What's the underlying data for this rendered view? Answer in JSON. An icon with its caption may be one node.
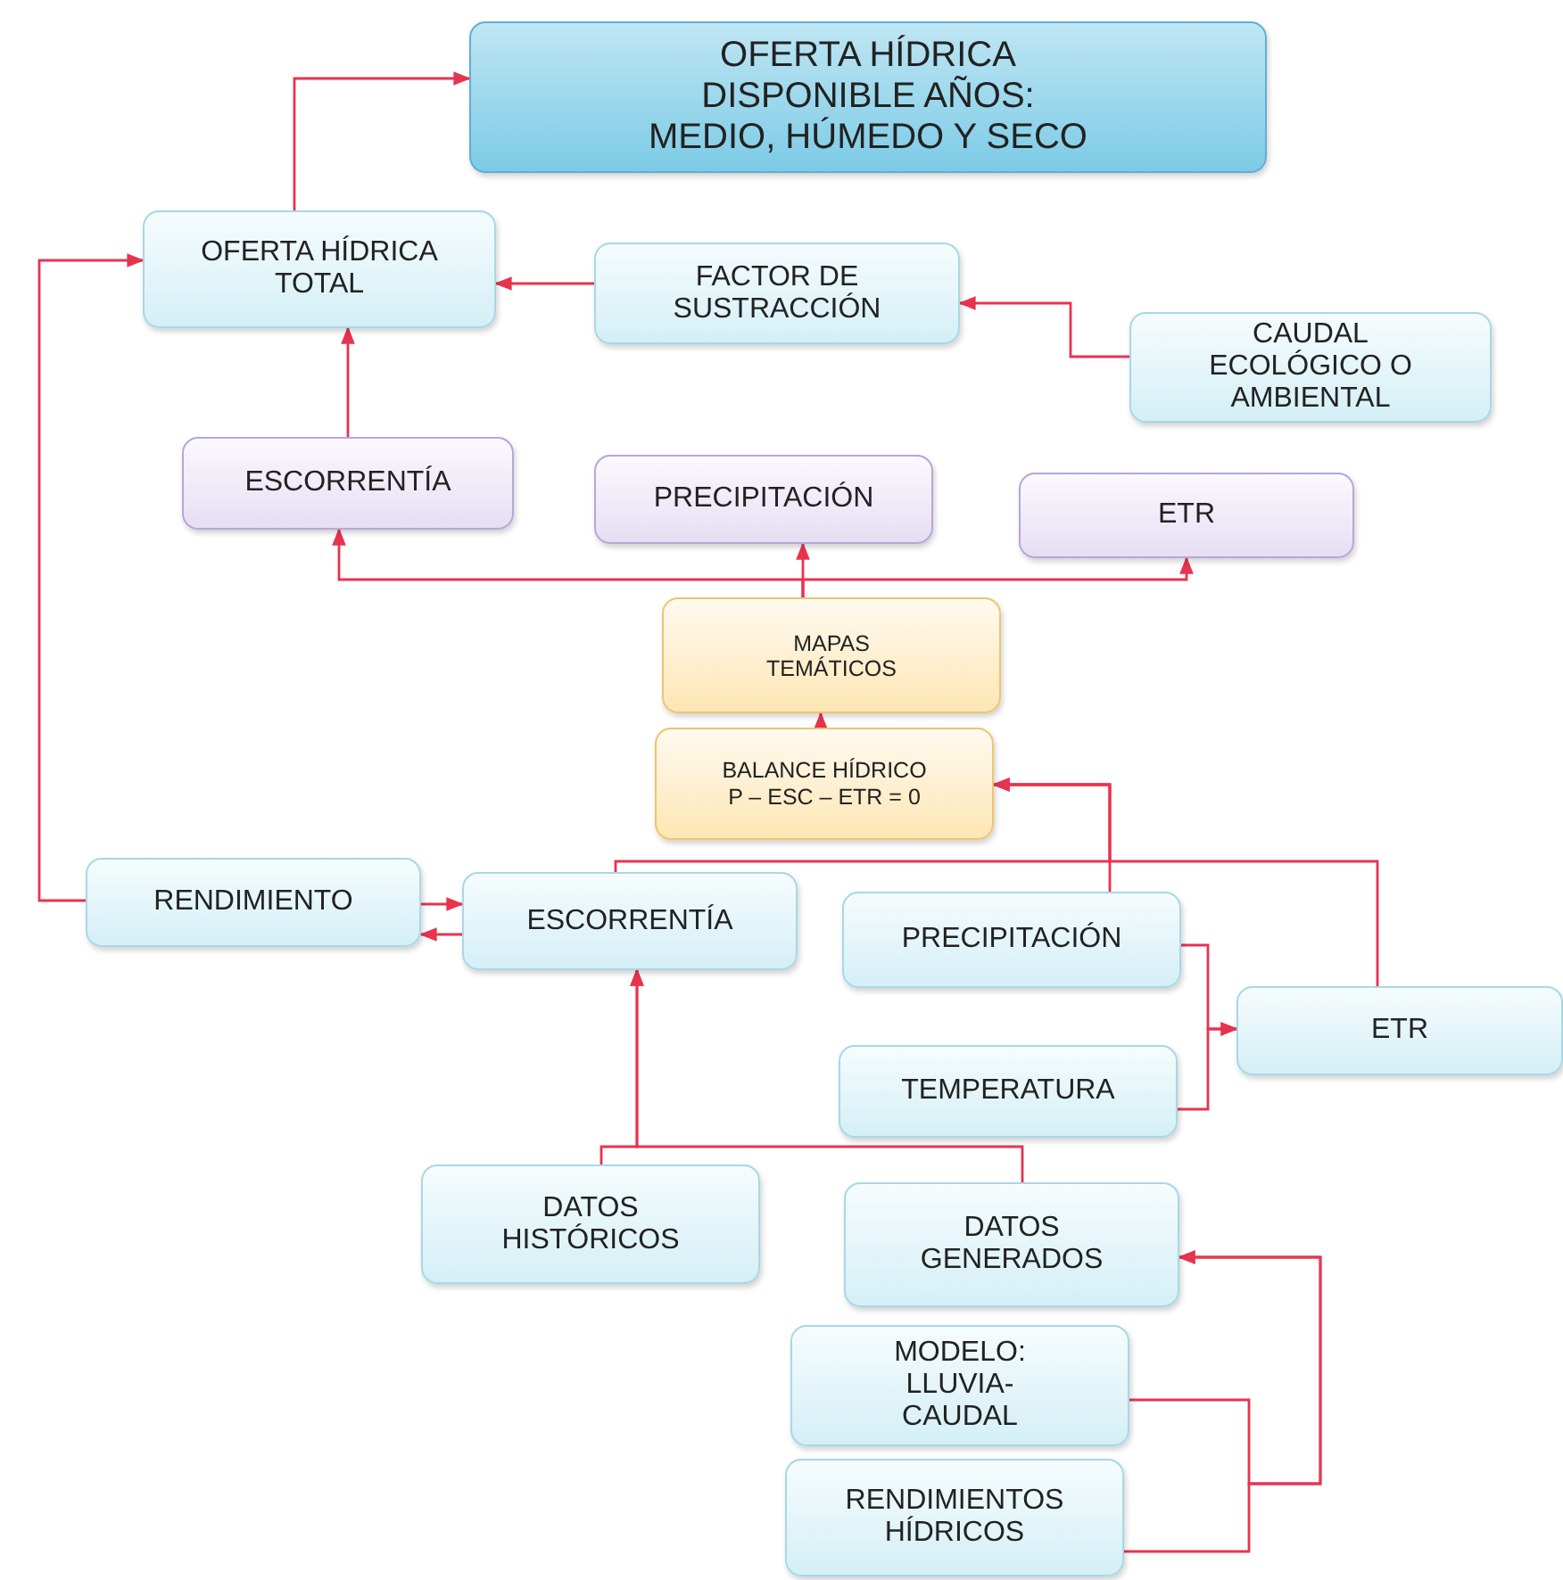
{
  "diagram": {
    "nodes": [
      {
        "text": [
          "OFERTA HÍDRICA DISPONIBLE AÑOS: MEDIO, HÚMEDO Y SECO"
        ]
      },
      {
        "text": [
          "OFERTA HÍDRICA TOTAL"
        ]
      },
      {
        "text": [
          "FACTOR DE SUSTRACCIÓN"
        ]
      },
      {
        "text": [
          "CAUDAL ECOLÓGICO O AMBIENTAL"
        ]
      },
      {
        "text": [
          "ESCORRENTÍA"
        ]
      },
      {
        "text": [
          "PRECIPITACIÓN"
        ]
      },
      {
        "text": [
          "ETR"
        ]
      },
      {
        "text": [
          "MAPAS TEMÁTICOS"
        ]
      },
      {
        "text": [
          "BALANCE HÍDRICO",
          "P – ESC – ETR = 0"
        ]
      },
      {
        "text": [
          "RENDIMIENTO"
        ]
      },
      {
        "text": [
          "ESCORRENTÍA"
        ]
      },
      {
        "text": [
          "PRECIPITACIÓN"
        ]
      },
      {
        "text": [
          "ETR"
        ]
      },
      {
        "text": [
          "TEMPERATURA"
        ]
      },
      {
        "text": [
          "DATOS HISTÓRICOS"
        ]
      },
      {
        "text": [
          "DATOS GENERADOS"
        ]
      },
      {
        "text": [
          "MODELO: LLUVIA-CAUDAL"
        ]
      },
      {
        "text": [
          "RENDIMIENTOS HÍDRICOS"
        ]
      }
    ],
    "edges": [
      {
        "from": 1,
        "to": 0,
        "arrow": "to"
      },
      {
        "from": 2,
        "to": 1,
        "arrow": "to"
      },
      {
        "from": 3,
        "to": 2,
        "arrow": "to"
      },
      {
        "from": 4,
        "to": 1,
        "arrow": "to"
      },
      {
        "from": 7,
        "to": 4,
        "arrow": "to"
      },
      {
        "from": 7,
        "to": 5,
        "arrow": "to"
      },
      {
        "from": 7,
        "to": 6,
        "arrow": "to"
      },
      {
        "from": 8,
        "to": 7,
        "arrow": "to"
      },
      {
        "from": 9,
        "to": 1,
        "arrow": "to"
      },
      {
        "from": 9,
        "to": 10,
        "arrow": "to"
      },
      {
        "from": 10,
        "to": 9,
        "arrow": "to"
      },
      {
        "from": 10,
        "to": 8,
        "arrow": "to"
      },
      {
        "from": 11,
        "to": 8,
        "arrow": "to"
      },
      {
        "from": 12,
        "to": 8,
        "arrow": "to"
      },
      {
        "from": 11,
        "to": 12,
        "arrow": "to"
      },
      {
        "from": 13,
        "to": 12,
        "arrow": "to"
      },
      {
        "from": 14,
        "to": 10,
        "arrow": "to"
      },
      {
        "from": 15,
        "to": 10,
        "arrow": "to"
      },
      {
        "from": 16,
        "to": 15,
        "arrow": "to"
      },
      {
        "from": 17,
        "to": 15,
        "arrow": "to"
      }
    ]
  }
}
